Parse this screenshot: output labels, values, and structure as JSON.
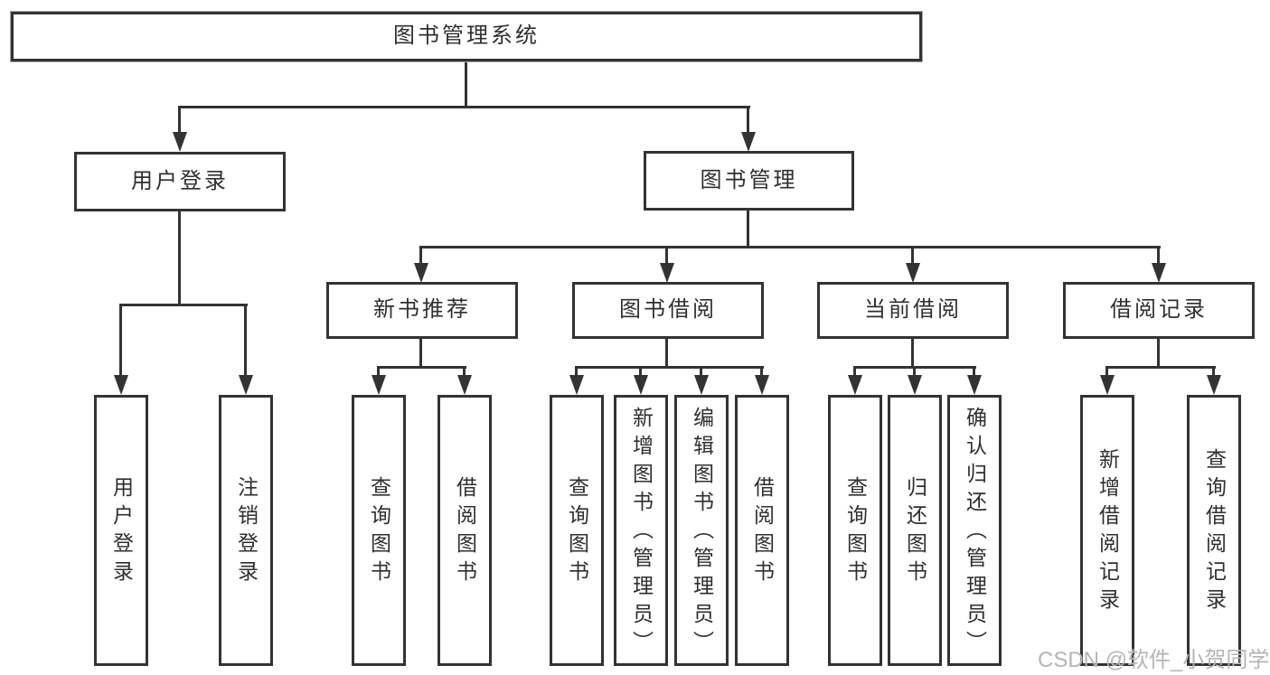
{
  "tree": {
    "label": "图书管理系统",
    "children": [
      {
        "label": "用户登录",
        "children": [
          {
            "label": "用户登录"
          },
          {
            "label": "注销登录"
          }
        ]
      },
      {
        "label": "图书管理",
        "children": [
          {
            "label": "新书推荐",
            "children": [
              {
                "label": "查询图书"
              },
              {
                "label": "借阅图书"
              }
            ]
          },
          {
            "label": "图书借阅",
            "children": [
              {
                "label": "查询图书"
              },
              {
                "label": "新增图书（管理员）"
              },
              {
                "label": "编辑图书（管理员）"
              },
              {
                "label": "借阅图书"
              }
            ]
          },
          {
            "label": "当前借阅",
            "children": [
              {
                "label": "查询图书"
              },
              {
                "label": "归还图书"
              },
              {
                "label": "确认归还（管理员）"
              }
            ]
          },
          {
            "label": "借阅记录",
            "children": [
              {
                "label": "新增借阅记录"
              },
              {
                "label": "查询借阅记录"
              }
            ]
          }
        ]
      }
    ]
  },
  "watermark": "CSDN @软件_小贺同学",
  "colors": {
    "line": "#333333",
    "box_border": "#333333",
    "box_fill": "#ffffff",
    "text": "#2f2f2f",
    "watermark": "#b5b5b5",
    "background": "#ffffff"
  }
}
